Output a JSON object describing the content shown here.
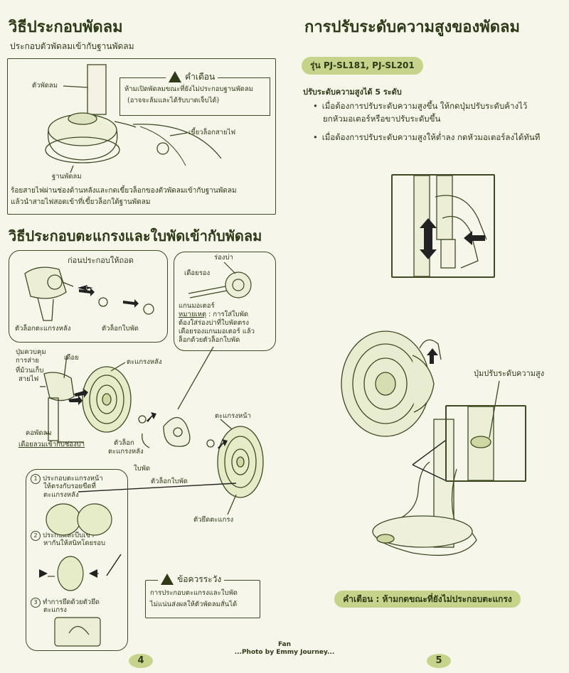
{
  "left": {
    "title1": "วิธีประกอบพัดลม",
    "subtitle1": "ประกอบตัวพัดลมเข้ากับฐานพัดลม",
    "box1": {
      "label_fan_body": "ตัวพัดลม",
      "label_base": "ฐานพัดลม",
      "label_cord_hook": "เขี้ยวล็อกสายไฟ",
      "warning_title": "คำเตือน",
      "warning_text1": "ห้ามเปิดพัดลมขณะที่ยังไม่ประกอบฐานพัดลม",
      "warning_text2": "(อาจจะล้มและได้รับบาดเจ็บได้)",
      "desc1": "ร้อยสายไฟผ่านช่องด้านหลังและกดเขี้ยวล็อกของตัวพัดลมเข้ากับฐานพัดลม",
      "desc2": "แล้วนำสายไฟสอดเข้าที่เขี้ยวล็อกใต้ฐานพัดลม"
    },
    "title2": "วิธีประกอบตะแกรงและใบพัดเข้ากับพัดลม",
    "before_title": "ก่อนประกอบให้ถอด",
    "labels": {
      "rear_guard_nut": "ตัวล็อกตะแกรงหลัง",
      "blade_nut": "ตัวล็อกใบพัด",
      "groove": "ร่องบ่า",
      "pin": "เดือยรอง",
      "motor_shaft": "แกนมอเตอร์",
      "note_title": "หมายเหตุ",
      "note1": ": การใส่ใบพัด",
      "note2": "ต้องใส่ร่องบ่าที่ใบพัดตรง",
      "note3": "เดือยรองแกนมอเตอร์ แล้ว",
      "note4": "ล็อกด้วยตัวล็อกใบพัด",
      "cord_button1": "ปุ่มควบคุม",
      "cord_button2": "การส่าย",
      "cord_button3": "ที่ม้วนเก็บ",
      "cord_button4": "สายไฟ",
      "stud": "เดือย",
      "rear_guard": "ตะแกรงหลัง",
      "neck": "คอพัดลม",
      "neck_pin": "เดือยลวมเข้ากับช่องบ่า",
      "rear_lock1": "ตัวล็อก",
      "rear_lock2": "ตะแกรงหลัง",
      "blade": "ใบพัด",
      "blade_lock": "ตัวล็อกใบพัด",
      "front_guard": "ตะแกรงหน้า",
      "clip": "ตัวยึดตะแกรง"
    },
    "steps": {
      "s1a": "ประกอบตะแกรงหน้า",
      "s1b": "ให้ตรงกับรอยขีดที่",
      "s1c": "ตะแกรงหลัง",
      "s2a": "ประกบและบีบเข้า",
      "s2b": "หากันให้สนิทโดยรอบ",
      "s3a": "ทำการยึดด้วยตัวยึด",
      "s3b": "ตะแกรง",
      "n1": "1",
      "n2": "2",
      "n3": "3"
    },
    "caution_title": "ข้อควรระวัง",
    "caution1": "การประกอบตะแกรงและใบพัด",
    "caution2": "ไม่แน่นส่งผลให้ตัวพัดลมสั่นได้",
    "page": "4"
  },
  "right": {
    "title": "การปรับระดับความสูงของพัดลม",
    "model_prefix": "รุ่น",
    "model": "PJ-SL181, PJ-SL201",
    "levels": "ปรับระดับความสูงได้ 5 ระดับ",
    "b1a": "เมื่อต้องการปรับระดับความสูงขึ้น ให้กดปุ่มปรับระดับค้างไว้",
    "b1b": "ยกหัวมอเตอร์หรือขาปรับระดับขึ้น",
    "b2": "เมื่อต้องการปรับระดับความสูงให้ต่ำลง กดหัวมอเตอร์ลงได้ทันที",
    "height_button": "ปุ่มปรับระดับความสูง",
    "warning": "คำเตือน : ห้ามกดขณะที่ยังไม่ประกอบตะแกรง",
    "page": "5"
  },
  "footer": {
    "line1": "Fan",
    "line2": "...Photo by Emmy Journey..."
  },
  "colors": {
    "ink": "#2f3a18",
    "accent": "#c6d38a",
    "paper": "#f7f6ea",
    "arrow": "#222222"
  }
}
